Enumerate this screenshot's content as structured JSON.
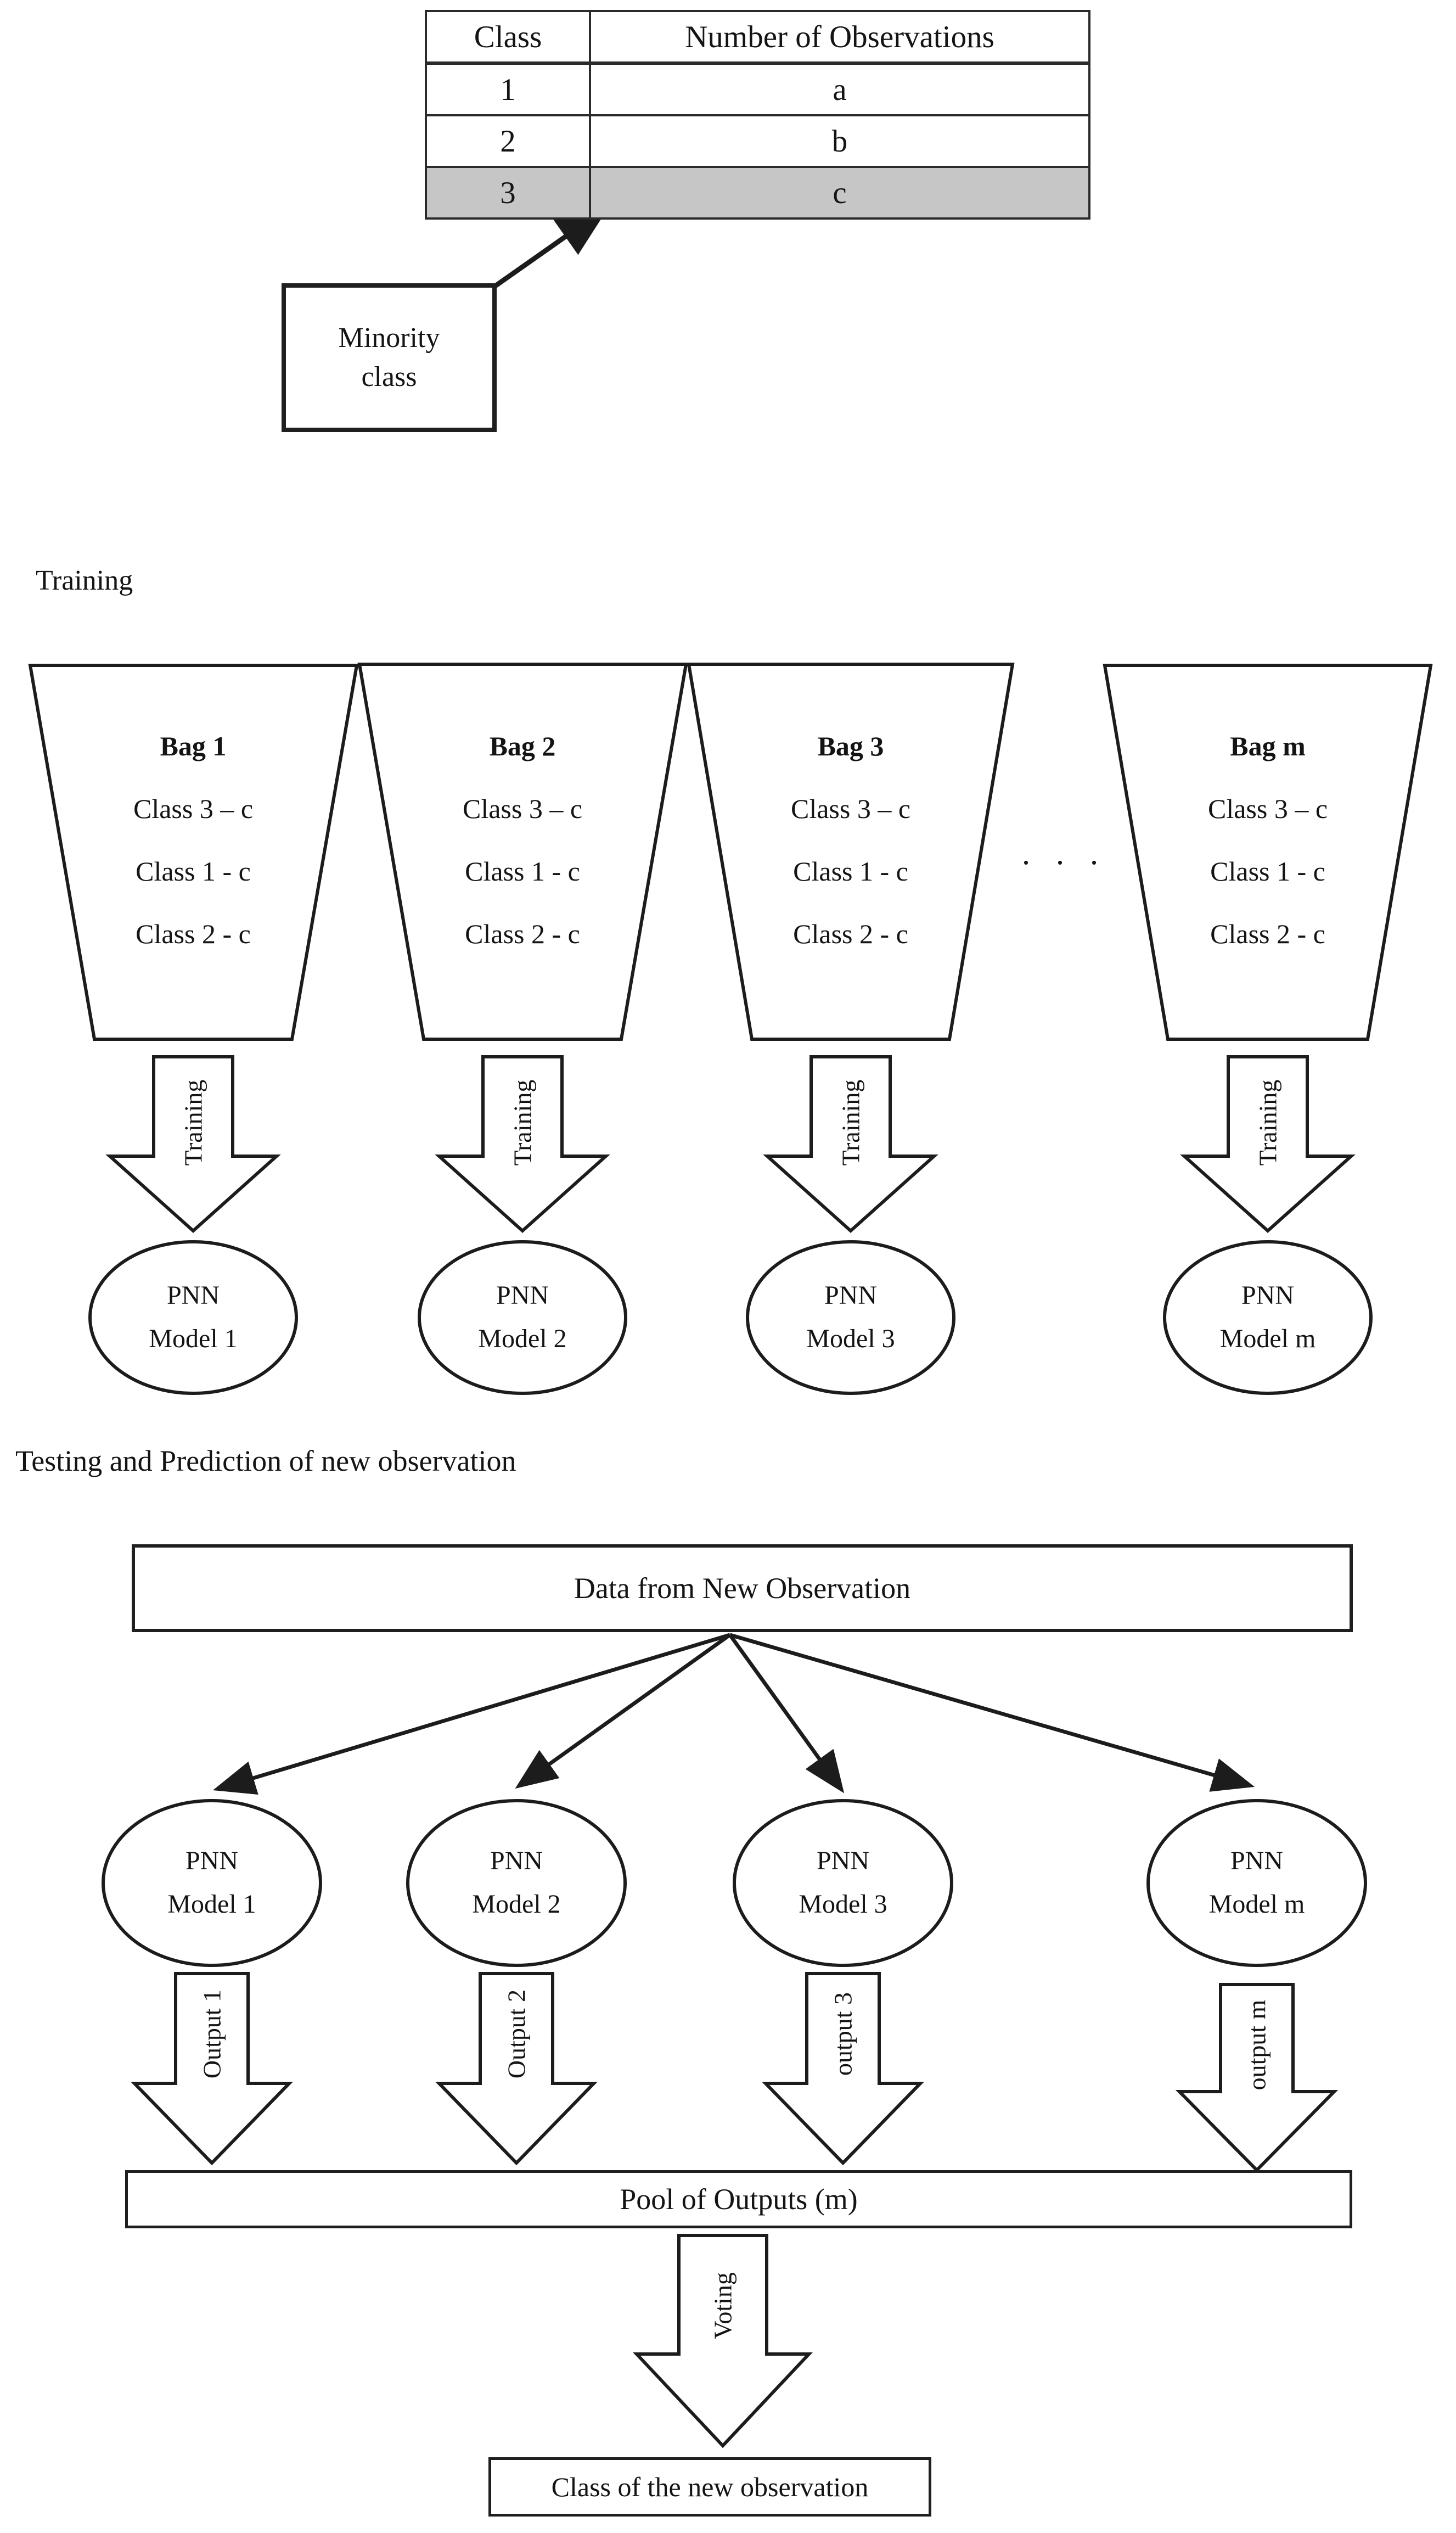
{
  "table": {
    "headers": [
      "Class",
      "Number of Observations"
    ],
    "rows": [
      [
        "1",
        "a"
      ],
      [
        "2",
        "b"
      ],
      [
        "3",
        "c"
      ]
    ],
    "highlight_row_index": 2,
    "highlight_color": "#c6c6c6"
  },
  "minority": {
    "label": "Minority class"
  },
  "labels": {
    "training_section": "Training",
    "testing_section": "Testing and Prediction of new observation",
    "dots": ". . ."
  },
  "bags": [
    {
      "title": "Bag 1",
      "items": [
        "Class 3 – c",
        "Class 1 - c",
        "Class 2 - c"
      ]
    },
    {
      "title": "Bag 2",
      "items": [
        "Class 3 – c",
        "Class 1 - c",
        "Class 2 - c"
      ]
    },
    {
      "title": "Bag 3",
      "items": [
        "Class 3 – c",
        "Class 1 - c",
        "Class 2 - c"
      ]
    },
    {
      "title": "Bag m",
      "items": [
        "Class 3 – c",
        "Class 1 - c",
        "Class 2 - c"
      ]
    }
  ],
  "training_arrows": [
    {
      "label": "Training"
    },
    {
      "label": "Training"
    },
    {
      "label": "Training"
    },
    {
      "label": "Training"
    }
  ],
  "training_models": [
    {
      "line1": "PNN",
      "line2": "Model 1"
    },
    {
      "line1": "PNN",
      "line2": "Model 2"
    },
    {
      "line1": "PNN",
      "line2": "Model 3"
    },
    {
      "line1": "PNN",
      "line2": "Model m"
    }
  ],
  "testing": {
    "data_box": "Data from New Observation",
    "models": [
      {
        "line1": "PNN",
        "line2": "Model 1"
      },
      {
        "line1": "PNN",
        "line2": "Model 2"
      },
      {
        "line1": "PNN",
        "line2": "Model 3"
      },
      {
        "line1": "PNN",
        "line2": "Model m"
      }
    ],
    "outputs": [
      "Output 1",
      "Output 2",
      "output 3",
      "output m"
    ],
    "pool_box": "Pool of Outputs (m)",
    "voting": "Voting",
    "result_box": "Class of the new observation"
  },
  "colors": {
    "ink": "#1c1c1c",
    "background": "#ffffff"
  }
}
